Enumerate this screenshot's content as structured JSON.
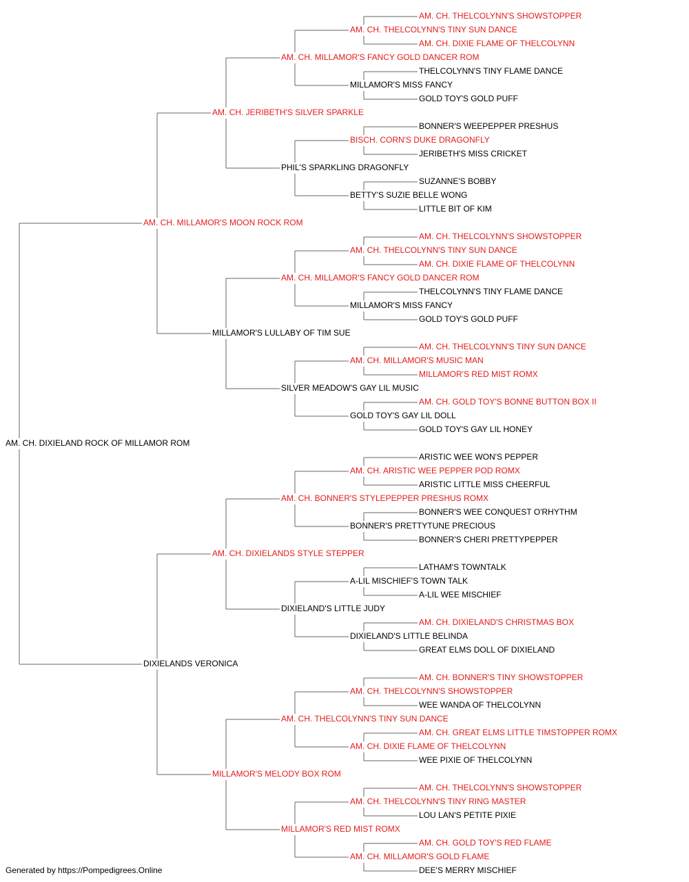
{
  "colors": {
    "champion": "#e41a1a",
    "normal": "#000000",
    "line": "#666666"
  },
  "pedigree": {
    "name": "AM. CH. DIXIELAND ROCK OF MILLAMOR ROM",
    "champion": false,
    "sire": {
      "name": "AM. CH. MILLAMOR'S MOON ROCK ROM",
      "champion": true,
      "sire": {
        "name": "AM. CH. JERIBETH'S SILVER SPARKLE",
        "champion": true,
        "sire": {
          "name": "AM. CH. MILLAMOR'S FANCY GOLD DANCER ROM",
          "champion": true,
          "sire": {
            "name": "AM. CH. THELCOLYNN'S TINY SUN DANCE",
            "champion": true,
            "sire": {
              "name": "AM. CH. THELCOLYNN'S SHOWSTOPPER",
              "champion": true
            },
            "dam": {
              "name": "AM. CH. DIXIE FLAME OF THELCOLYNN",
              "champion": true
            }
          },
          "dam": {
            "name": "MILLAMOR'S MISS FANCY",
            "champion": false,
            "sire": {
              "name": "THELCOLYNN'S TINY FLAME DANCE",
              "champion": false
            },
            "dam": {
              "name": "GOLD TOY'S GOLD PUFF",
              "champion": false
            }
          }
        },
        "dam": {
          "name": "PHIL'S SPARKLING DRAGONFLY",
          "champion": false,
          "sire": {
            "name": "BISCH. CORN'S DUKE DRAGONFLY",
            "champion": true,
            "sire": {
              "name": "BONNER'S WEEPEPPER PRESHUS",
              "champion": false
            },
            "dam": {
              "name": "JERIBETH'S MISS CRICKET",
              "champion": false
            }
          },
          "dam": {
            "name": "BETTY'S SUZIE BELLE WONG",
            "champion": false,
            "sire": {
              "name": "SUZANNE'S BOBBY",
              "champion": false
            },
            "dam": {
              "name": "LITTLE BIT OF KIM",
              "champion": false
            }
          }
        }
      },
      "dam": {
        "name": "MILLAMOR'S LULLABY OF TIM SUE",
        "champion": false,
        "sire": {
          "name": "AM. CH. MILLAMOR'S FANCY GOLD DANCER ROM",
          "champion": true,
          "sire": {
            "name": "AM. CH. THELCOLYNN'S TINY SUN DANCE",
            "champion": true,
            "sire": {
              "name": "AM. CH. THELCOLYNN'S SHOWSTOPPER",
              "champion": true
            },
            "dam": {
              "name": "AM. CH. DIXIE FLAME OF THELCOLYNN",
              "champion": true
            }
          },
          "dam": {
            "name": "MILLAMOR'S MISS FANCY",
            "champion": false,
            "sire": {
              "name": "THELCOLYNN'S TINY FLAME DANCE",
              "champion": false
            },
            "dam": {
              "name": "GOLD TOY'S GOLD PUFF",
              "champion": false
            }
          }
        },
        "dam": {
          "name": "SILVER MEADOW'S GAY LIL MUSIC",
          "champion": false,
          "sire": {
            "name": "AM. CH. MILLAMOR'S MUSIC MAN",
            "champion": true,
            "sire": {
              "name": "AM. CH. THELCOLYNN'S TINY SUN DANCE",
              "champion": true
            },
            "dam": {
              "name": "MILLAMOR'S RED MIST ROMX",
              "champion": true
            }
          },
          "dam": {
            "name": "GOLD TOY'S GAY LIL DOLL",
            "champion": false,
            "sire": {
              "name": "AM. CH. GOLD TOY'S BONNE BUTTON BOX II",
              "champion": true
            },
            "dam": {
              "name": "GOLD TOY'S GAY LIL HONEY",
              "champion": false
            }
          }
        }
      }
    },
    "dam": {
      "name": "DIXIELANDS VERONICA",
      "champion": false,
      "sire": {
        "name": "AM. CH. DIXIELANDS STYLE STEPPER",
        "champion": true,
        "sire": {
          "name": "AM. CH. BONNER'S STYLEPEPPER PRESHUS ROMX",
          "champion": true,
          "sire": {
            "name": "AM. CH. ARISTIC WEE PEPPER POD ROMX",
            "champion": true,
            "sire": {
              "name": "ARISTIC WEE WON'S PEPPER",
              "champion": false
            },
            "dam": {
              "name": "ARISTIC LITTLE MISS CHEERFUL",
              "champion": false
            }
          },
          "dam": {
            "name": "BONNER'S PRETTYTUNE PRECIOUS",
            "champion": false,
            "sire": {
              "name": "BONNER'S WEE CONQUEST O'RHYTHM",
              "champion": false
            },
            "dam": {
              "name": "BONNER'S CHERI PRETTYPEPPER",
              "champion": false
            }
          }
        },
        "dam": {
          "name": "DIXIELAND'S LITTLE JUDY",
          "champion": false,
          "sire": {
            "name": "A-LIL MISCHIEF'S TOWN TALK",
            "champion": false,
            "sire": {
              "name": "LATHAM'S TOWNTALK",
              "champion": false
            },
            "dam": {
              "name": "A-LIL WEE MISCHIEF",
              "champion": false
            }
          },
          "dam": {
            "name": "DIXIELAND'S LITTLE BELINDA",
            "champion": false,
            "sire": {
              "name": "AM. CH. DIXIELAND'S CHRISTMAS BOX",
              "champion": true
            },
            "dam": {
              "name": "GREAT ELMS DOLL OF DIXIELAND",
              "champion": false
            }
          }
        }
      },
      "dam": {
        "name": "MILLAMOR'S MELODY BOX ROM",
        "champion": true,
        "sire": {
          "name": "AM. CH. THELCOLYNN'S TINY SUN DANCE",
          "champion": true,
          "sire": {
            "name": "AM. CH. THELCOLYNN'S SHOWSTOPPER",
            "champion": true,
            "sire": {
              "name": "AM. CH. BONNER'S TINY SHOWSTOPPER",
              "champion": true
            },
            "dam": {
              "name": "WEE WANDA OF THELCOLYNN",
              "champion": false
            }
          },
          "dam": {
            "name": "AM. CH. DIXIE FLAME OF THELCOLYNN",
            "champion": true,
            "sire": {
              "name": "AM. CH. GREAT ELMS LITTLE TIMSTOPPER ROMX",
              "champion": true
            },
            "dam": {
              "name": "WEE PIXIE OF THELCOLYNN",
              "champion": false
            }
          }
        },
        "dam": {
          "name": "MILLAMOR'S RED MIST ROMX",
          "champion": true,
          "sire": {
            "name": "AM. CH. THELCOLYNN'S TINY RING MASTER",
            "champion": true,
            "sire": {
              "name": "AM. CH. THELCOLYNN'S SHOWSTOPPER",
              "champion": true
            },
            "dam": {
              "name": "LOU LAN'S PETITE PIXIE",
              "champion": false
            }
          },
          "dam": {
            "name": "AM. CH. MILLAMOR'S GOLD FLAME",
            "champion": true,
            "sire": {
              "name": "AM. CH. GOLD TOY'S RED FLAME",
              "champion": true
            },
            "dam": {
              "name": "DEE'S MERRY MISCHIEF",
              "champion": false
            }
          }
        }
      }
    }
  },
  "footer": "Generated by https://Pompedigrees.Online"
}
